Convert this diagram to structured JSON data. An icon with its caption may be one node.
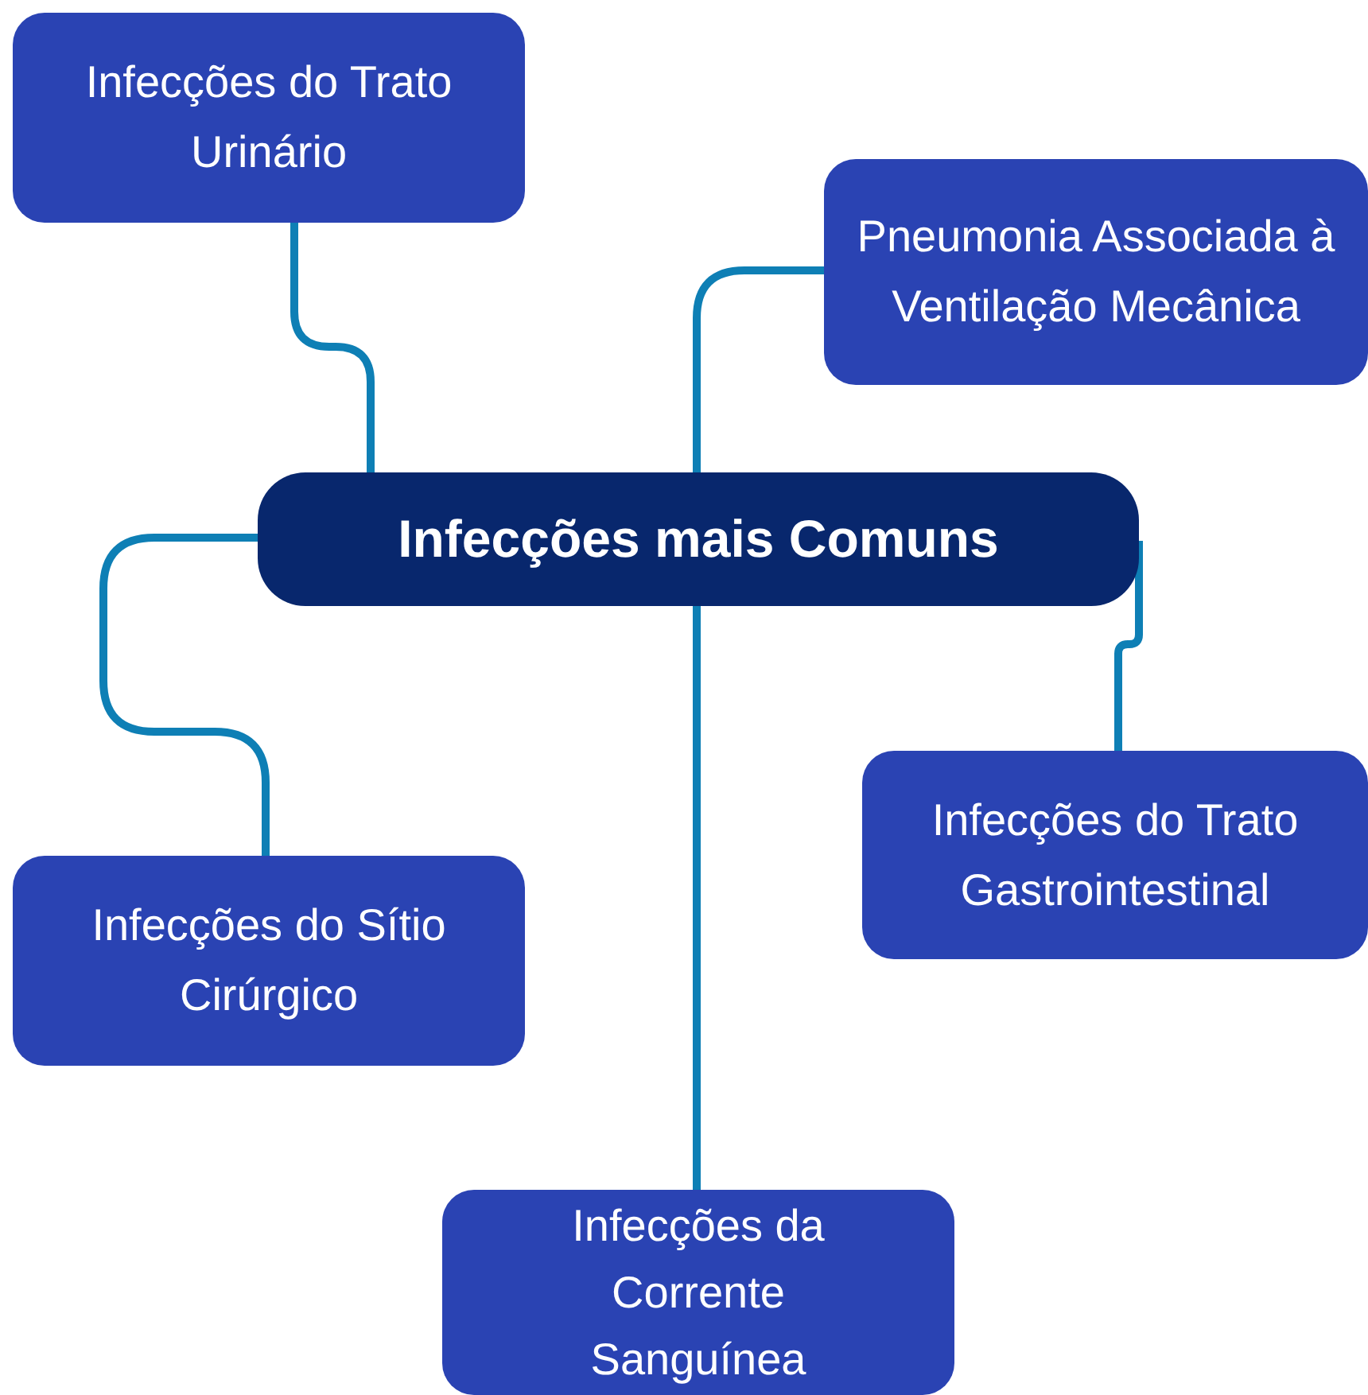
{
  "diagram": {
    "nodes": [
      {
        "text": [
          "Infecções do Trato Urinário"
        ]
      },
      {
        "text": [
          "Pneumonia Associada à Ventilação Mecânica"
        ]
      },
      {
        "text": [
          "Infecções mais Comuns"
        ]
      },
      {
        "text": [
          "Infecções do Trato Gastrointestinal"
        ]
      },
      {
        "text": [
          "Infecções do Sítio Cirúrgico"
        ]
      },
      {
        "text": [
          "Infecções da Corrente Sanguínea"
        ]
      }
    ],
    "edges": [
      {
        "from": 2,
        "to": 0,
        "arrow": "none"
      },
      {
        "from": 2,
        "to": 1,
        "arrow": "none"
      },
      {
        "from": 2,
        "to": 3,
        "arrow": "none"
      },
      {
        "from": 2,
        "to": 4,
        "arrow": "none"
      },
      {
        "from": 2,
        "to": 5,
        "arrow": "none"
      }
    ]
  }
}
